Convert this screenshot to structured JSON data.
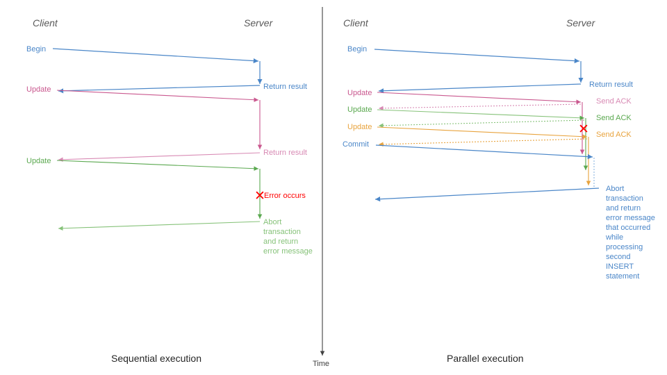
{
  "figure": {
    "title_left": "Sequential execution",
    "title_right": "Parallel execution",
    "time_axis_label": "Time",
    "actor_client": "Client",
    "actor_server": "Server"
  },
  "colors": {
    "blue": "#4a86c8",
    "blue_dark": "#3a6fa8",
    "pink": "#c9578e",
    "pink_light": "#d88ab4",
    "green": "#5aa84f",
    "green_light": "#86c279",
    "orange": "#e8a33d",
    "red": "#ff0000",
    "gray": "#595959",
    "axis": "#404040"
  },
  "left_panel": {
    "name": "Sequential execution",
    "actors": {
      "client": "Client",
      "server": "Server"
    },
    "messages": [
      {
        "id": "begin",
        "label": "Begin",
        "color": "blue",
        "side": "client",
        "dir": "to-server"
      },
      {
        "id": "return1",
        "label": "Return result",
        "color": "blue",
        "side": "server",
        "dir": "to-client"
      },
      {
        "id": "update1",
        "label": "Update",
        "color": "pink",
        "side": "client",
        "dir": "to-server"
      },
      {
        "id": "return2",
        "label": "Return result",
        "color": "pink",
        "side": "server",
        "dir": "to-client"
      },
      {
        "id": "update2",
        "label": "Update",
        "color": "green",
        "side": "client",
        "dir": "to-server"
      },
      {
        "id": "error",
        "label": "Error occurs",
        "color": "red",
        "side": "server",
        "dir": "none"
      },
      {
        "id": "abort",
        "label": "Abort transaction and return error message",
        "lines": [
          "Abort",
          "transaction",
          "and return",
          "error message"
        ],
        "color": "green",
        "side": "server",
        "dir": "to-client"
      }
    ]
  },
  "right_panel": {
    "name": "Parallel execution",
    "actors": {
      "client": "Client",
      "server": "Server"
    },
    "messages": [
      {
        "id": "begin",
        "label": "Begin",
        "color": "blue",
        "side": "client",
        "dir": "to-server"
      },
      {
        "id": "return1",
        "label": "Return result",
        "color": "blue",
        "side": "server",
        "dir": "to-client"
      },
      {
        "id": "update1",
        "label": "Update",
        "color": "pink",
        "side": "client",
        "dir": "to-server"
      },
      {
        "id": "ack1",
        "label": "Send ACK",
        "color": "pink",
        "side": "server",
        "dir": "to-client"
      },
      {
        "id": "update2",
        "label": "Update",
        "color": "green",
        "side": "client",
        "dir": "to-server"
      },
      {
        "id": "ack2",
        "label": "Send ACK",
        "color": "green",
        "side": "server",
        "dir": "to-client"
      },
      {
        "id": "update3",
        "label": "Update",
        "color": "orange",
        "side": "client",
        "dir": "to-server"
      },
      {
        "id": "ack3",
        "label": "Send ACK",
        "color": "orange",
        "side": "server",
        "dir": "to-client"
      },
      {
        "id": "commit",
        "label": "Commit",
        "color": "blue",
        "side": "client",
        "dir": "to-server"
      },
      {
        "id": "error",
        "label": "",
        "color": "red",
        "side": "server",
        "dir": "none"
      },
      {
        "id": "abort",
        "label": "Abort transaction and return error message that occurred while processing second INSERT statement",
        "lines": [
          "Abort",
          "transaction",
          "and return",
          "error message",
          "that occurred",
          "while",
          "processing",
          "second",
          "INSERT",
          "statement"
        ],
        "color": "blue",
        "side": "server",
        "dir": "to-client"
      }
    ]
  }
}
